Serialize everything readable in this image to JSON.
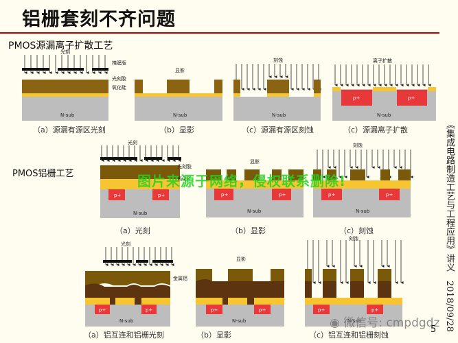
{
  "title": "铝栅套刻不齐问题",
  "section1": "PMOS源漏离子扩散工艺",
  "section2": "PMOS铝栅工艺",
  "captions_row1": [
    "（a）源漏有源区光刻",
    "（b）显影",
    "（c）源漏有源区刻蚀",
    "（c）源漏离子扩散"
  ],
  "captions_row2": [
    "（a）光刻",
    "（b）显影",
    "（c）刻蚀"
  ],
  "captions_row3": [
    "（a）铝互连和铝栅光刻",
    "（b）显影",
    "（c）铝互连和铝栅刻蚀"
  ],
  "labels": {
    "photolith": "光刻",
    "mask": "掩膜版",
    "photoresist": "光刻胶",
    "oxide": "氧化硅",
    "develop": "显影",
    "etch": "刻蚀",
    "ion_diffusion": "离子扩散",
    "nsub": "N-sub",
    "pplus": "p+",
    "metal_al": "金属铝"
  },
  "side_text": "《集成电路制造工艺与工程应用》讲义　2018/09/28",
  "page_number": "5",
  "watermark": "图片来源于网络，侵权联系删除!",
  "wechat": "微信号: cmpdgdz",
  "colors": {
    "accent": "#c00000",
    "oxide": "#f7c531",
    "photoresist": "#7a5a0a",
    "metal": "#6b3f12",
    "substrate": "#bdbdbd",
    "pplus": "#e8393a"
  }
}
